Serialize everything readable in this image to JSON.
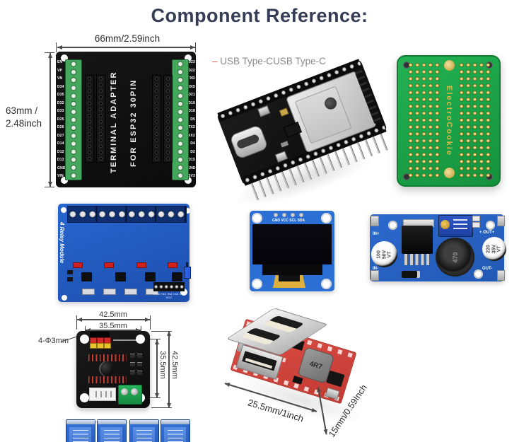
{
  "title": "Component Reference:",
  "terminal_adapter": {
    "dim_width": "66mm/2.59inch",
    "dim_height": [
      "63mm /",
      "2.48inch"
    ],
    "left_pins": [
      "EN",
      "VP",
      "VN",
      "D34",
      "D35",
      "D32",
      "D33",
      "D25",
      "D26",
      "D27",
      "D14",
      "D12",
      "D13",
      "GND",
      "VIN"
    ],
    "right_pins": [
      "D23",
      "D22",
      "TXD",
      "RXD",
      "D21",
      "D19",
      "D18",
      "D5",
      "TX2",
      "RX2",
      "D4",
      "D2",
      "D15",
      "GND",
      "3V3"
    ],
    "label_line1": "TERMINAL ADAPTER",
    "label_line2": "FOR ESP32 30PIN"
  },
  "esp32_board": {
    "pointer_dash": "–",
    "label": "USB Type-C"
  },
  "proto_board": {
    "brand": "ElectroCookie"
  },
  "relay_module": {
    "side_label": "4 Relay Module",
    "header_pins": "GND IN1 IN2 IN3 IN4 VCC"
  },
  "oled_display": {
    "pin_labels": "GND VCC SCL SDA"
  },
  "buck_converter": {
    "in_plus": "IN+",
    "in_minus": "IN-",
    "out_plus": "+ OUT+",
    "out_minus": "OUT-",
    "cap_left": [
      "100",
      "50V",
      "VT"
    ],
    "cap_right": [
      "220",
      "35V",
      "VT"
    ],
    "inductor": "470"
  },
  "stepper_driver": {
    "dim_outer_width": "42.5mm",
    "dim_inner_width": "35.5mm",
    "dim_holes": "4-Φ3mm",
    "dim_inner_height": "35.5mm",
    "dim_outer_height": "42.5mm"
  },
  "usb_buck": {
    "dim_width": "25.5mm/1inch",
    "dim_height": "15mm/0.59Inch",
    "inductor": "4R7"
  }
}
